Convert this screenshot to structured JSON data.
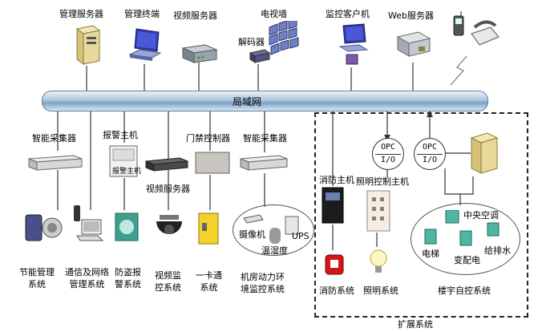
{
  "top": {
    "mgmt_server": "管理服务器",
    "mgmt_terminal": "管理终端",
    "video_server": "视频服务器",
    "video_wall": "电视墙",
    "decoder": "解码器",
    "monitor_client": "监控客户机",
    "web_server": "Web服务器"
  },
  "bus": {
    "label": "局域网"
  },
  "mid": {
    "smart_collector_1": "智能采集器",
    "alarm_host": "报警主机",
    "alarm_host_plate": "报警主机",
    "door_controller": "门禁控制器",
    "smart_collector_2": "智能采集器",
    "video_server_2": "视频服务器"
  },
  "bottom": {
    "energy": "节能管理\n系统",
    "comm": "通信及网络\n管理系统",
    "antitheft": "防盗报\n警系统",
    "video_mon": "视频监\n控系统",
    "card": "一卡通\n系统",
    "room_env": "机房动力环\n境监控系统"
  },
  "room_devices": {
    "camera": "摄像机",
    "ups": "UPS",
    "temp": "温湿度"
  },
  "ext": {
    "title": "扩展系统",
    "fire_host": "消防主机",
    "light_host": "照明控制主机",
    "opc_top": "OPC",
    "opc_bottom": "I/O",
    "fire_sys": "消防系统",
    "light_sys": "照明系统",
    "bas_sys": "楼宇自控系统",
    "hvac": "中央空调",
    "elevator": "电梯",
    "power": "变配电",
    "water": "给排水"
  }
}
